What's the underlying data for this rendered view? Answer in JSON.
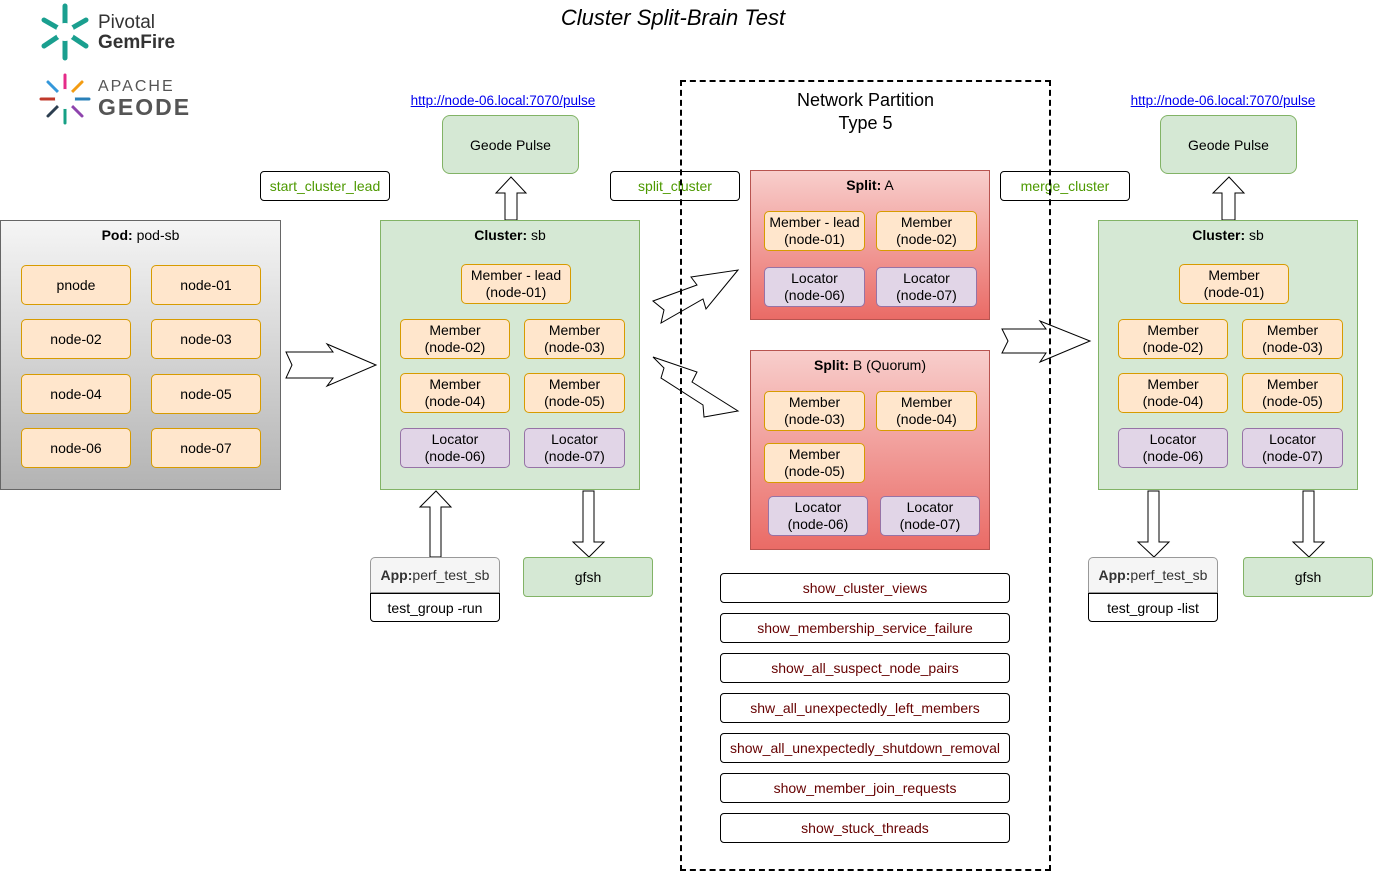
{
  "title": "Cluster Split-Brain Test",
  "logos": {
    "pivotal_line1": "Pivotal",
    "pivotal_line2": "GemFire",
    "apache_line1": "APACHE",
    "apache_line2": "GEODE"
  },
  "colors": {
    "green_fill": "#d5e8d4",
    "green_stroke": "#82b366",
    "orange_fill": "#ffe6cc",
    "orange_stroke": "#d79b00",
    "purple_fill": "#e1d5e7",
    "purple_stroke": "#9673a6",
    "red_fill": "#f8cecc",
    "red_stroke": "#b85450",
    "command_green": "#4d9900",
    "command_red": "#660000",
    "link": "#0000ee"
  },
  "pulse_links": {
    "left": "http://node-06.local:7070/pulse",
    "right": "http://node-06.local:7070/pulse"
  },
  "pulse_label": "Geode Pulse",
  "commands": {
    "start_cluster_lead": "start_cluster_lead",
    "split_cluster": "split_cluster",
    "merge_cluster": "merge_cluster"
  },
  "pod": {
    "title_prefix": "Pod:",
    "title_value": " pod-sb",
    "nodes": [
      "pnode",
      "node-01",
      "node-02",
      "node-03",
      "node-04",
      "node-05",
      "node-06",
      "node-07"
    ]
  },
  "cluster_left": {
    "title_prefix": "Cluster:",
    "title_value": " sb",
    "lead": [
      "Member - lead",
      "(node-01)"
    ],
    "members": [
      [
        "Member",
        "(node-02)"
      ],
      [
        "Member",
        "(node-03)"
      ],
      [
        "Member",
        "(node-04)"
      ],
      [
        "Member",
        "(node-05)"
      ]
    ],
    "locators": [
      [
        "Locator",
        "(node-06)"
      ],
      [
        "Locator",
        "(node-07)"
      ]
    ]
  },
  "partition": {
    "line1": "Network Partition",
    "line2": "Type 5"
  },
  "split_a": {
    "title_prefix": "Split:",
    "title_value": " A",
    "members": [
      [
        "Member - lead",
        "(node-01)"
      ],
      [
        "Member",
        "(node-02)"
      ]
    ],
    "locators": [
      [
        "Locator",
        "(node-06)"
      ],
      [
        "Locator",
        "(node-07)"
      ]
    ]
  },
  "split_b": {
    "title_prefix": "Split:",
    "title_value": " B (Quorum)",
    "members": [
      [
        "Member",
        "(node-03)"
      ],
      [
        "Member",
        "(node-04)"
      ],
      [
        "Member",
        "(node-05)"
      ]
    ],
    "locators": [
      [
        "Locator",
        "(node-06)"
      ],
      [
        "Locator",
        "(node-07)"
      ]
    ]
  },
  "show_commands": [
    "show_cluster_views",
    "show_membership_service_failure",
    "show_all_suspect_node_pairs",
    "shw_all_unexpectedly_left_members",
    "show_all_unexpectedly_shutdown_removal",
    "show_member_join_requests",
    "show_stuck_threads"
  ],
  "cluster_right": {
    "title_prefix": "Cluster:",
    "title_value": " sb",
    "lead": [
      "Member",
      "(node-01)"
    ],
    "members": [
      [
        "Member",
        "(node-02)"
      ],
      [
        "Member",
        "(node-03)"
      ],
      [
        "Member",
        "(node-04)"
      ],
      [
        "Member",
        "(node-05)"
      ]
    ],
    "locators": [
      [
        "Locator",
        "(node-06)"
      ],
      [
        "Locator",
        "(node-07)"
      ]
    ]
  },
  "app_left": {
    "prefix": "App:",
    "value": " perf_test_sb",
    "command": "test_group -run"
  },
  "app_right": {
    "prefix": "App:",
    "value": " perf_test_sb",
    "command": "test_group -list"
  },
  "gfsh_label": "gfsh"
}
